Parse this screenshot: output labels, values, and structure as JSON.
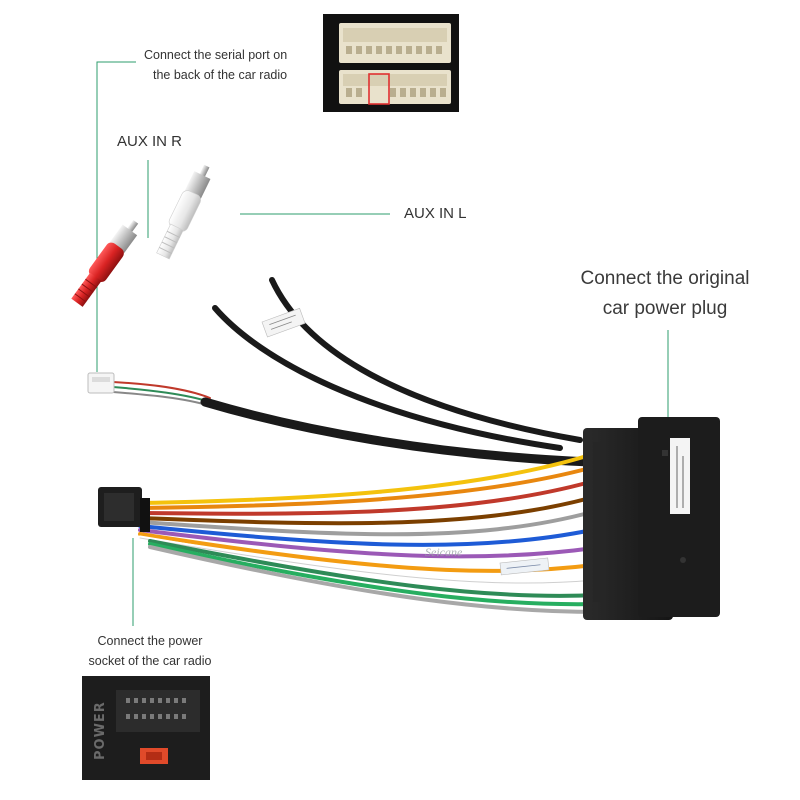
{
  "callouts": {
    "serial_port": {
      "line1": "Connect the serial port on",
      "line2": "the back of the car radio"
    },
    "aux_r": "AUX IN R",
    "aux_l": "AUX IN L",
    "power_plug": {
      "line1": "Connect the original",
      "line2": "car power plug"
    },
    "power_socket": {
      "line1": "Connect the power",
      "line2": "socket of the car radio"
    }
  },
  "inset_labels": {
    "power_socket_side": "POWER"
  },
  "watermark": "Seicane",
  "colors": {
    "leader_line": "#2e9e6e",
    "rca_red": "#d92323",
    "rca_white": "#f2f2f2",
    "cable_black": "#1a1a1a",
    "connector_body": "#232323"
  },
  "wire_colors": [
    "#f4c20d",
    "#e8870f",
    "#c0392b",
    "#ffffff",
    "#2e8b57",
    "#7b3f00",
    "#1e5bd6",
    "#9b59b6",
    "#9e9e9e",
    "#f39c12",
    "#111111",
    "#27ae60"
  ]
}
